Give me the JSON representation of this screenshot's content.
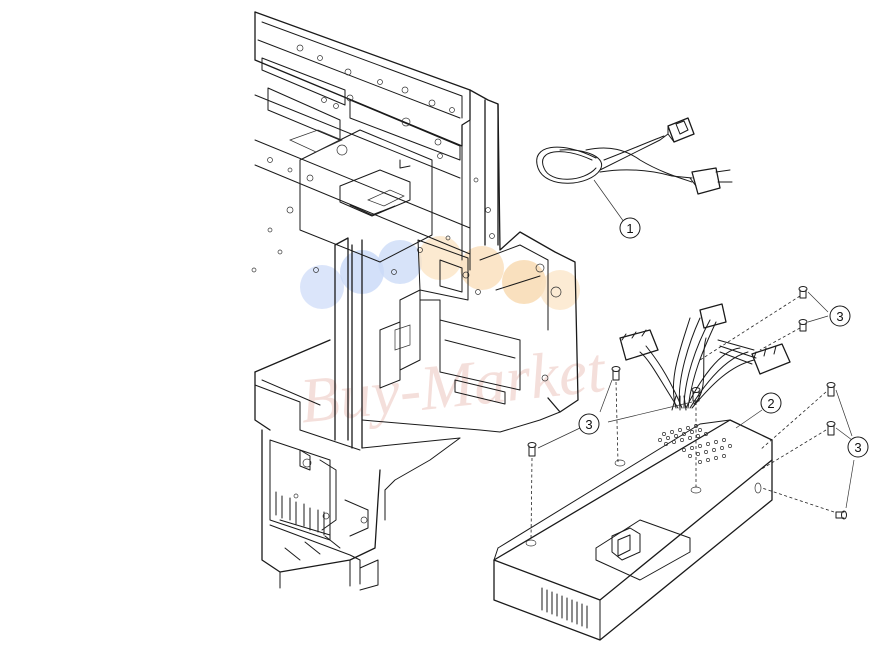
{
  "callouts": {
    "power_cord": "1",
    "power_supply": "2",
    "screws_top_right": "3",
    "screws_left": "3",
    "screws_right": "3"
  },
  "watermark": {
    "text": "Buy-Market",
    "dot_colors": [
      "#c9d9f7",
      "#bcd0f5",
      "#c4d6f7",
      "#fbe3c2",
      "#f7d6a8"
    ]
  }
}
